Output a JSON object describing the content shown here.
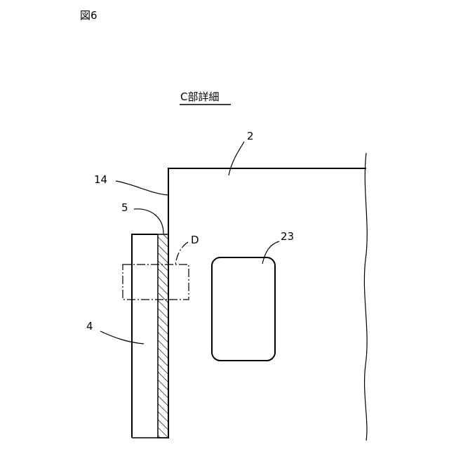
{
  "figure_label": "図6",
  "title": "C部詳細",
  "labels": {
    "part_2": "2",
    "part_14": "14",
    "part_5": "5",
    "part_d": "D",
    "part_23": "23",
    "part_4": "4"
  }
}
